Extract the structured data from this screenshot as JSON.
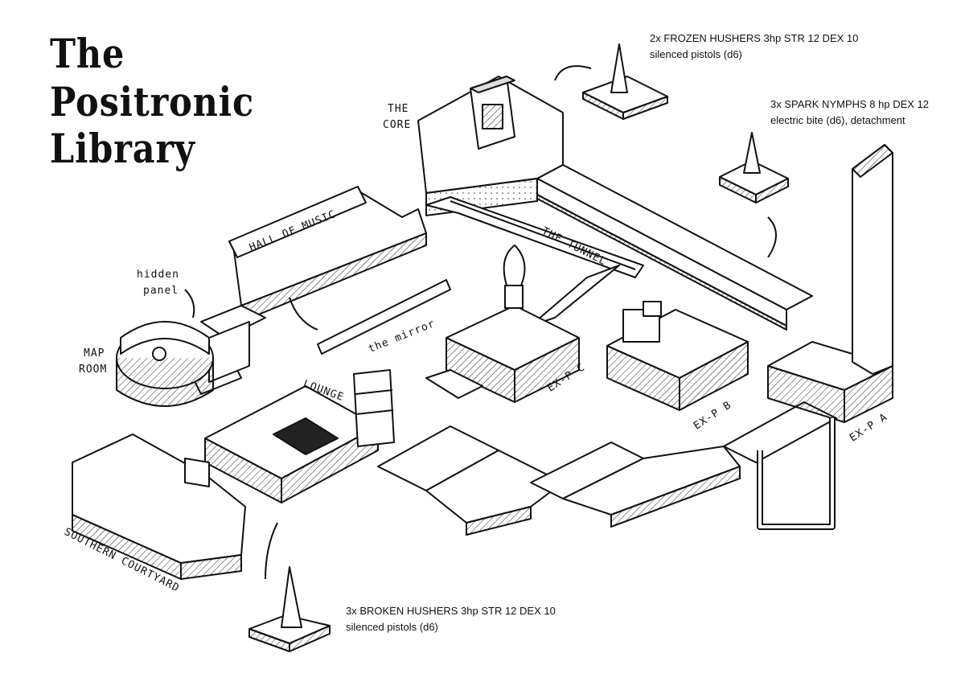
{
  "title": [
    "The",
    "Positronic",
    "Library"
  ],
  "rooms": {
    "core": [
      "THE",
      "CORE"
    ],
    "hall_of_music": "HALL OF MUSIC",
    "the_tunnel": "THE TUNNEL",
    "hidden_panel": [
      "hidden",
      "panel"
    ],
    "map_room": [
      "MAP",
      "ROOM"
    ],
    "the_mirror": "the mirror",
    "lounge": "LOUNGE",
    "ex_p_c": "EX-P C",
    "ex_p_b": "EX-P B",
    "ex_p_a": "EX-P A",
    "southern_courtyard": "SOUTHERN COURTYARD"
  },
  "encounters": {
    "frozen_hushers": {
      "line1": "2x FROZEN HUSHERS  3hp  STR 12  DEX 10",
      "line2": "silenced pistols (d6)"
    },
    "spark_nymphs": {
      "line1": "3x SPARK NYMPHS  8 hp  DEX 12",
      "line2": "electric bite (d6), detachment"
    },
    "broken_hushers": {
      "line1": "3x BROKEN HUSHERS  3hp  STR 12  DEX 10",
      "line2": "silenced pistols (d6)"
    }
  }
}
